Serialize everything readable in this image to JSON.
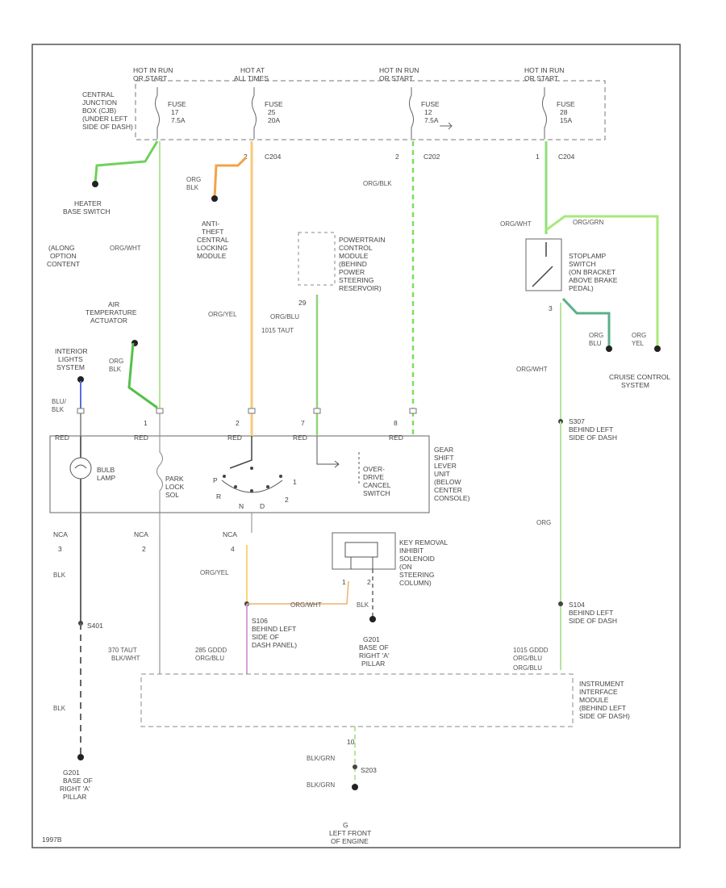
{
  "diagram": {
    "hot": [
      {
        "l1": "HOT IN RUN",
        "l2": "OR START"
      },
      {
        "l1": "HOT AT",
        "l2": "ALL TIMES"
      },
      {
        "l1": "HOT IN RUN",
        "l2": "OR START"
      },
      {
        "l1": "HOT IN RUN",
        "l2": "OR START"
      }
    ],
    "fuses": [
      {
        "name": "FUSE",
        "num": "17",
        "amp": "7.5A"
      },
      {
        "name": "FUSE",
        "num": "25",
        "amp": "20A"
      },
      {
        "name": "FUSE",
        "num": "12",
        "amp": "7.5A"
      },
      {
        "name": "FUSE",
        "num": "28",
        "amp": "15A"
      }
    ],
    "cjb": [
      "CENTRAL",
      "JUNCTION",
      "BOX (CJB)",
      "(UNDER LEFT",
      "SIDE OF DASH)"
    ],
    "connectors": {
      "c1": {
        "pin": "2",
        "name": "C204"
      },
      "c2": {
        "pin": "2",
        "name": "C202"
      },
      "c3": {
        "pin": "1",
        "name": "C204"
      }
    },
    "labels": {
      "heater": [
        "HEATER",
        "BASE SWITCH"
      ],
      "option": [
        "(ALONG",
        "OPTION",
        "CONTENT"
      ],
      "air": [
        "AIR",
        "TEMPERATURE",
        "ACTUATOR"
      ],
      "interior": [
        "INTERIOR",
        "LIGHTS",
        "SYSTEM"
      ],
      "antitheft": [
        "ANTI-",
        "THEFT",
        "CENTRAL",
        "LOCKING",
        "MODULE"
      ],
      "pcm": [
        "POWERTRAIN",
        "CONTROL",
        "MODULE",
        "(BEHIND",
        "POWER",
        "STEERING",
        "RESERVOIR)"
      ],
      "stoplamp": [
        "STOPLAMP",
        "SWITCH",
        "(ON BRACKET",
        "ABOVE BRAKE",
        "PEDAL)"
      ],
      "cruise": [
        "CRUISE CONTROL",
        "SYSTEM"
      ],
      "bulb": [
        "BULB",
        "LAMP"
      ],
      "parklock": [
        "PARK",
        "LOCK",
        "SOL"
      ],
      "gearshift": [
        "GEAR",
        "SHIFT",
        "LEVER",
        "UNIT",
        "(BELOW",
        "CENTER",
        "CONSOLE)"
      ],
      "overdrive": [
        "OVER-",
        "DRIVE",
        "CANCEL",
        "SWITCH"
      ],
      "keyrem": [
        "KEY REMOVAL",
        "INHIBIT",
        "SOLENOID",
        "(ON",
        "STEERING",
        "COLUMN)"
      ],
      "s307": [
        "S307",
        "BEHIND LEFT",
        "SIDE OF DASH"
      ],
      "s106": [
        "S106",
        "BEHIND LEFT",
        "SIDE OF",
        "DASH PANEL)"
      ],
      "s104": [
        "S104",
        "BEHIND LEFT",
        "SIDE OF DASH"
      ],
      "g201a": [
        "G201",
        "BASE OF",
        "RIGHT 'A'",
        "PILLAR"
      ],
      "g201b": [
        "G201",
        "BASE OF",
        "RIGHT 'A'",
        "PILLAR"
      ],
      "ism": [
        "INSTRUMENT",
        "INTERFACE",
        "MODULE",
        "(BEHIND LEFT",
        "SIDE OF DASH)"
      ],
      "g": [
        "G",
        "LEFT FRONT",
        "OF ENGINE"
      ],
      "s203": "S203",
      "s401": "S401",
      "s203num": "10",
      "ncs": [
        "NCA",
        "NCA",
        "NCA"
      ],
      "ncnums": [
        "3",
        "2",
        "4"
      ],
      "key1": "1",
      "key2": "2",
      "gear": {
        "p": "P",
        "r": "R",
        "n": "N",
        "d": "D",
        "one": "1",
        "two": "2"
      },
      "pin1": "1",
      "pin2": "2",
      "pin7": "7",
      "pin8": "8",
      "pin3": "3",
      "pin29": "29",
      "red1": "RED",
      "red2": "RED",
      "red3": "RED",
      "red4": "RED",
      "red5": "RED"
    },
    "wires": {
      "orgwht": "ORG/WHT",
      "orgwht2": "ORG/WHT",
      "orgwht3": "ORG/WHT",
      "orgblk": "ORG/BLK",
      "orgblk2": [
        "ORG",
        "BLK"
      ],
      "orgyel": "ORG/YEL",
      "orgyel2": "ORG/YEL",
      "orgblu": "ORG/BLU",
      "orgblu2": "ORG/BLU",
      "orgblu3": [
        "ORG",
        "BLU"
      ],
      "orgyel3": [
        "ORG",
        "YEL"
      ],
      "orggrn": "ORG/GRN",
      "orgwht_key": "ORG/WHT",
      "blk1": "BLK",
      "blk2": "BLK",
      "blk3": "BLK",
      "blublk": [
        "BLU/",
        "BLK"
      ],
      "blkgrn1": "BLK/GRN",
      "blkgrn2": "BLK/GRN",
      "org": "ORG",
      "w1": "1015 TAUT",
      "w2": "370 TAUT",
      "w3": "285 GDDD",
      "w4": "1015 GDDD",
      "blkwht": "BLK/WHT",
      "orgblu_b": "ORG/BLU",
      "orgblu_c": "ORG/BLU",
      "orgblk3": [
        "ORG",
        "BLK"
      ]
    },
    "footer": "1997B"
  }
}
